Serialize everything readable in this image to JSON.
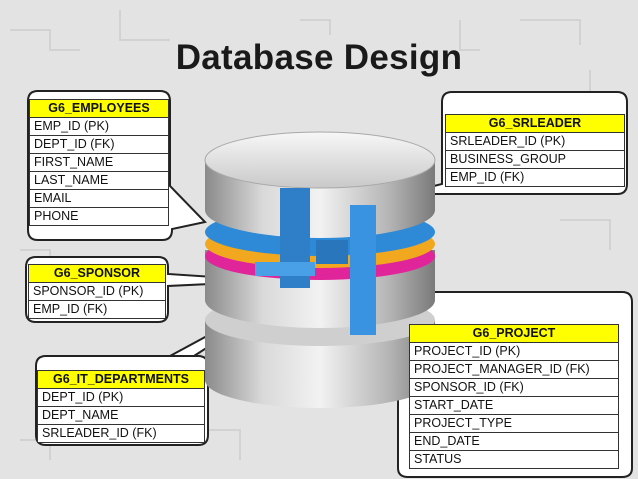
{
  "title": "Database Design",
  "tables": {
    "employees": {
      "name": "G6_EMPLOYEES",
      "fields": [
        "EMP_ID (PK)",
        "DEPT_ID (FK)",
        "FIRST_NAME",
        "LAST_NAME",
        "EMAIL",
        "PHONE"
      ]
    },
    "srleader": {
      "name": "G6_SRLEADER",
      "fields": [
        "SRLEADER_ID (PK)",
        "BUSINESS_GROUP",
        "EMP_ID (FK)"
      ]
    },
    "sponsor": {
      "name": "G6_SPONSOR",
      "fields": [
        "SPONSOR_ID (PK)",
        "EMP_ID (FK)"
      ]
    },
    "it_departments": {
      "name": "G6_IT_DEPARTMENTS",
      "fields": [
        "DEPT_ID (PK)",
        "DEPT_NAME",
        "SRLEADER_ID (FK)"
      ]
    },
    "project": {
      "name": "G6_PROJECT",
      "fields": [
        "PROJECT_ID (PK)",
        "PROJECT_MANAGER_ID (FK)",
        "SPONSOR_ID (FK)",
        "START_DATE",
        "PROJECT_TYPE",
        "END_DATE",
        "STATUS"
      ]
    }
  },
  "colors": {
    "header_fill": "#ffff00",
    "cylinder_blue": "#2e8ad6",
    "cylinder_orange": "#f2a81e",
    "cylinder_magenta": "#e0249a",
    "cylinder_silver": "#bfbfbf"
  }
}
